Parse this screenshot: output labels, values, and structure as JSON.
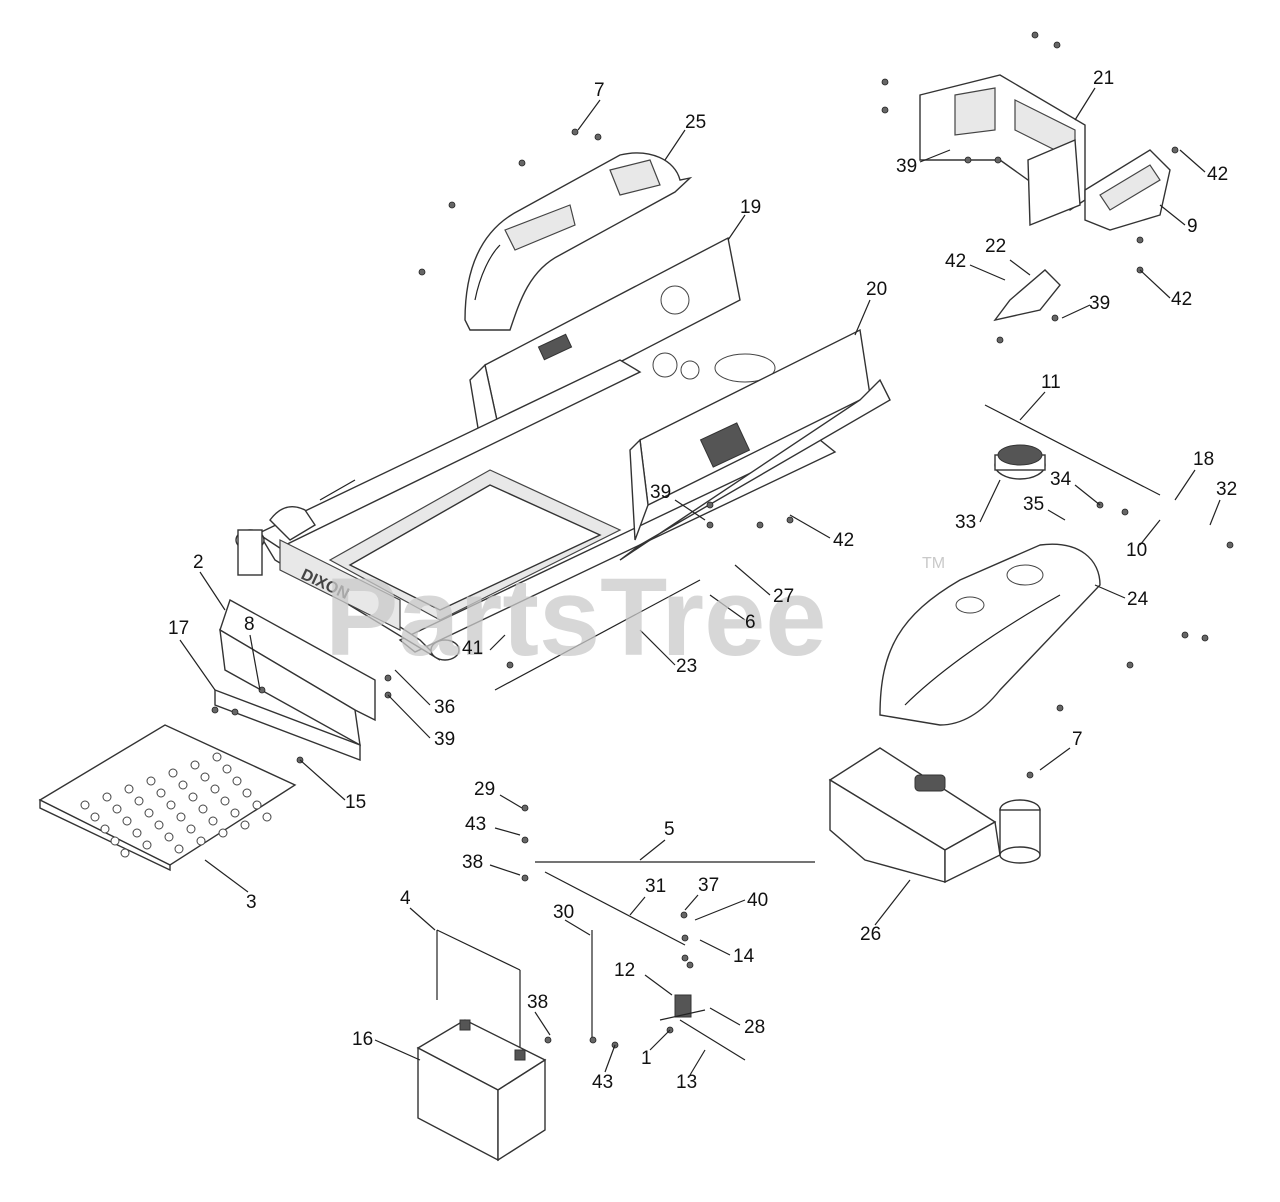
{
  "watermark": {
    "text": "PartsTree",
    "trademark": "TM"
  },
  "frame_brand": "DIXON",
  "callouts": [
    {
      "id": "c7a",
      "label": "7"
    },
    {
      "id": "c25",
      "label": "25"
    },
    {
      "id": "c19",
      "label": "19"
    },
    {
      "id": "c20",
      "label": "20"
    },
    {
      "id": "c21",
      "label": "21"
    },
    {
      "id": "c39a",
      "label": "39"
    },
    {
      "id": "c42a",
      "label": "42"
    },
    {
      "id": "c9",
      "label": "9"
    },
    {
      "id": "c22",
      "label": "22"
    },
    {
      "id": "c42b",
      "label": "42"
    },
    {
      "id": "c42c",
      "label": "42"
    },
    {
      "id": "c39b",
      "label": "39"
    },
    {
      "id": "c11",
      "label": "11"
    },
    {
      "id": "c18",
      "label": "18"
    },
    {
      "id": "c32",
      "label": "32"
    },
    {
      "id": "c34",
      "label": "34"
    },
    {
      "id": "c33",
      "label": "33"
    },
    {
      "id": "c35",
      "label": "35"
    },
    {
      "id": "c10",
      "label": "10"
    },
    {
      "id": "c39c",
      "label": "39"
    },
    {
      "id": "c42d",
      "label": "42"
    },
    {
      "id": "c27",
      "label": "27"
    },
    {
      "id": "c6",
      "label": "6"
    },
    {
      "id": "c24",
      "label": "24"
    },
    {
      "id": "c2",
      "label": "2"
    },
    {
      "id": "c17",
      "label": "17"
    },
    {
      "id": "c8",
      "label": "8"
    },
    {
      "id": "c41",
      "label": "41"
    },
    {
      "id": "c23",
      "label": "23"
    },
    {
      "id": "c36",
      "label": "36"
    },
    {
      "id": "c39d",
      "label": "39"
    },
    {
      "id": "c15",
      "label": "15"
    },
    {
      "id": "c3",
      "label": "3"
    },
    {
      "id": "c7b",
      "label": "7"
    },
    {
      "id": "c29",
      "label": "29"
    },
    {
      "id": "c43a",
      "label": "43"
    },
    {
      "id": "c5",
      "label": "5"
    },
    {
      "id": "c38a",
      "label": "38"
    },
    {
      "id": "c31",
      "label": "31"
    },
    {
      "id": "c37",
      "label": "37"
    },
    {
      "id": "c40",
      "label": "40"
    },
    {
      "id": "c26",
      "label": "26"
    },
    {
      "id": "c4",
      "label": "4"
    },
    {
      "id": "c30",
      "label": "30"
    },
    {
      "id": "c14",
      "label": "14"
    },
    {
      "id": "c12",
      "label": "12"
    },
    {
      "id": "c38b",
      "label": "38"
    },
    {
      "id": "c28",
      "label": "28"
    },
    {
      "id": "c16",
      "label": "16"
    },
    {
      "id": "c1",
      "label": "1"
    },
    {
      "id": "c43b",
      "label": "43"
    },
    {
      "id": "c13",
      "label": "13"
    }
  ]
}
